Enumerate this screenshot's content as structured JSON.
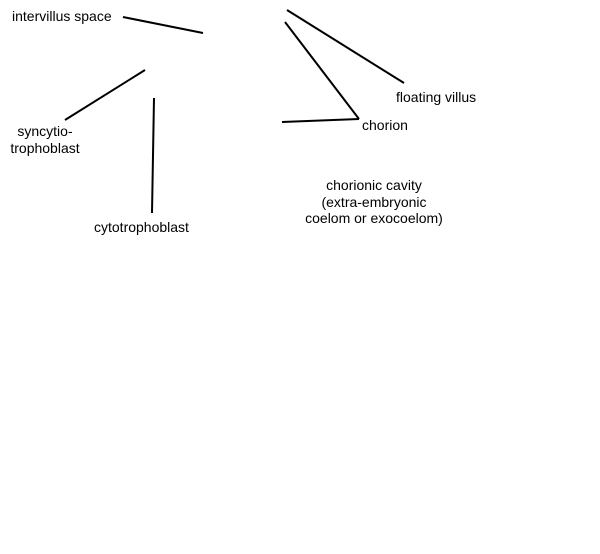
{
  "labels": {
    "intervillus_space": "intervillus space",
    "syncytiotrophoblast": [
      "syncytio-",
      "trophoblast"
    ],
    "cytotrophoblast": "cytotrophoblast",
    "floating_villus": "floating villus",
    "chorion": "chorion",
    "chorionic_cavity": [
      "chorionic cavity",
      "(extra-embryonic",
      "coelom or exocoelom)"
    ]
  },
  "colors": {
    "background": "#ffffff",
    "ink": "#000000"
  }
}
